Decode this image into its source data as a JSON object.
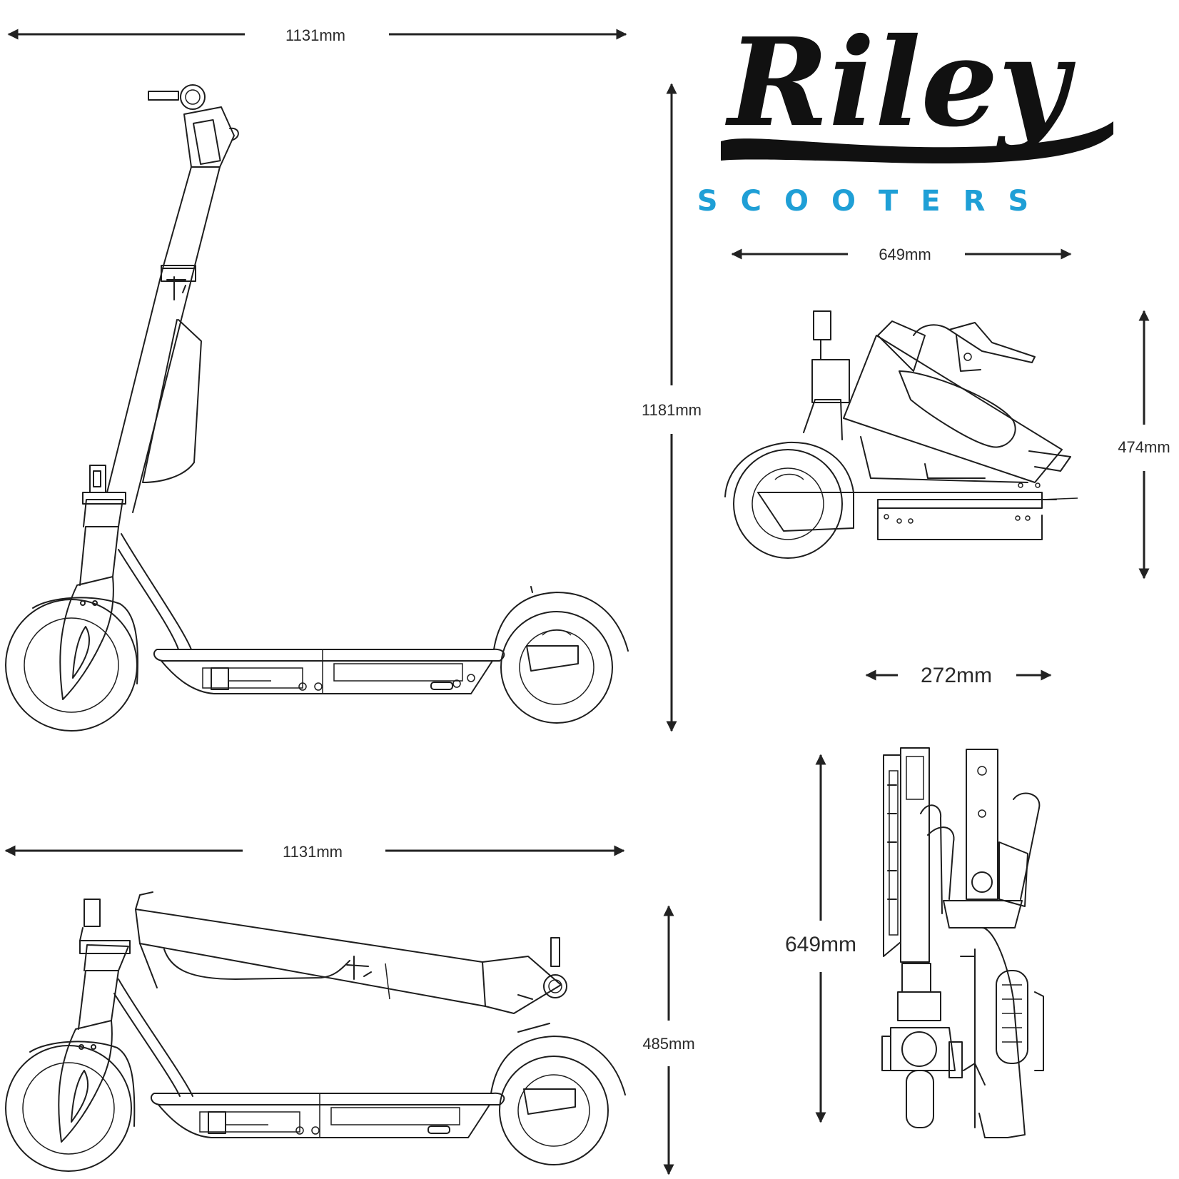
{
  "brand": {
    "logo_text": "Riley",
    "tagline": "SCOOTERS",
    "tagline_color": "#1f9fd6",
    "logo_color": "#111111"
  },
  "dimensions": {
    "upright_length": "1131mm",
    "upright_height": "1181mm",
    "folded_length": "1131mm",
    "folded_height": "485mm",
    "compact_length": "649mm",
    "compact_height": "474mm",
    "top_width": "272mm",
    "top_length": "649mm"
  },
  "views": {
    "upright_side": "scooter-upright-side-view",
    "folded_side": "scooter-folded-side-view",
    "compact_side": "scooter-compact-folded-view",
    "top": "scooter-top-folded-view"
  }
}
